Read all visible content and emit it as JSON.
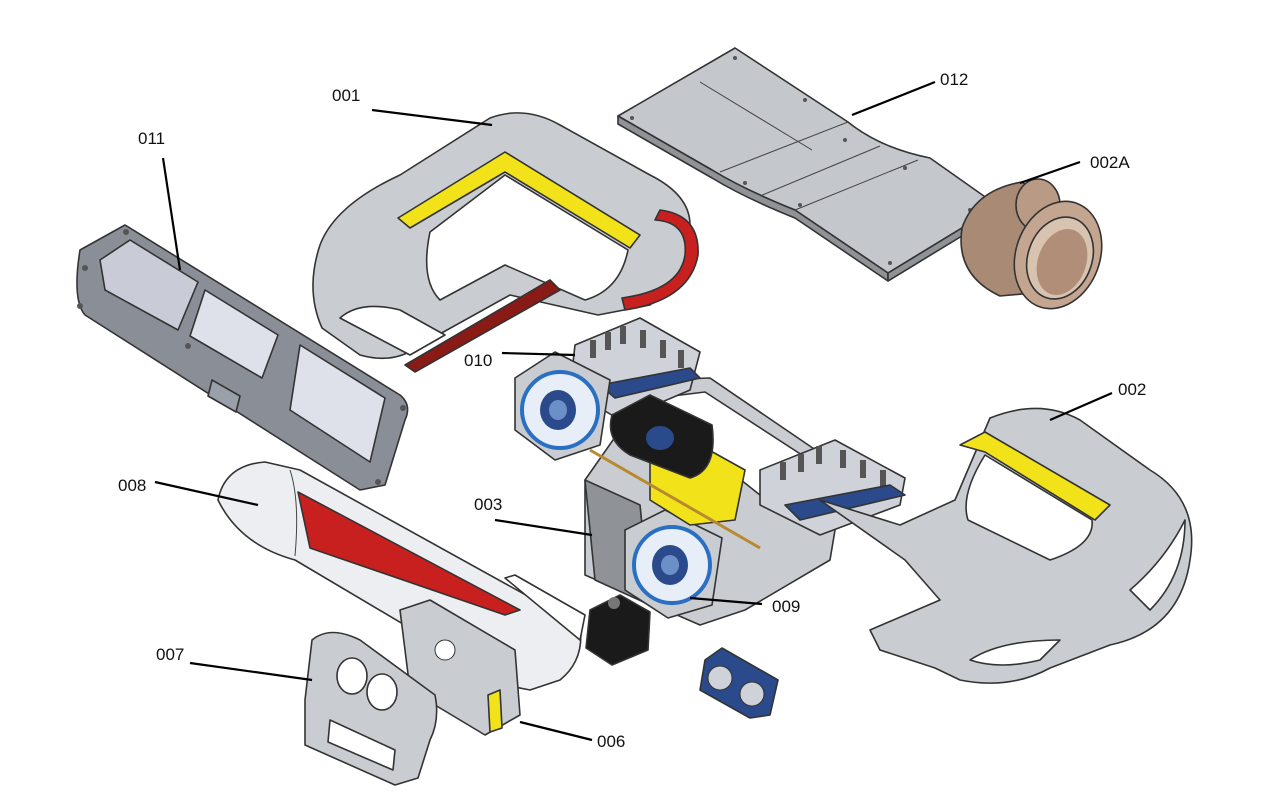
{
  "labels": {
    "p001": "001",
    "p002": "002",
    "p002A": "002A",
    "p003": "003",
    "p006": "006",
    "p007": "007",
    "p008": "008",
    "p009": "009",
    "p010": "010",
    "p011": "011",
    "p012": "012"
  },
  "colors": {
    "shell": "#c9ccd1",
    "shell_dark": "#9ea2a8",
    "accent_yellow": "#f2e21a",
    "accent_red": "#c8201e",
    "dark_red": "#8a1a16",
    "bronze": "#b99a84",
    "pcb_blue": "#2b4a8c",
    "black": "#1a1a1a"
  }
}
